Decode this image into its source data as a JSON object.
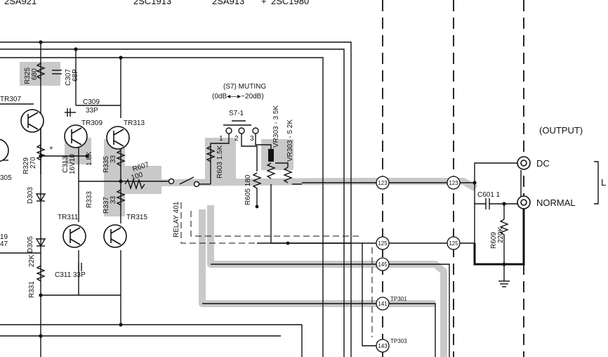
{
  "header": {
    "part_a": "2SA921",
    "part_b": "2SC1913",
    "part_c": "2SA913",
    "part_sep": "+",
    "part_d": "2SC1980"
  },
  "output": {
    "title": "(OUTPUT)",
    "dc": "DC",
    "normal": "NORMAL",
    "channel": "L"
  },
  "muting": {
    "title": "(S7) MUTING",
    "range": "(0dB◂—▸−20dB)",
    "switch": "S7-1",
    "pos1": "1",
    "pos2": "2",
    "pos3": "3"
  },
  "transistors": {
    "tr307": "TR307",
    "tr309": "TR309",
    "tr311": "TR311",
    "tr313": "TR313",
    "tr315": "TR315"
  },
  "components": {
    "r325": "R325",
    "r325_val": "680",
    "c307": "C307",
    "c307_val": "68P",
    "c309": "C309",
    "c309_val": "33P",
    "r329": "R329",
    "r329_val": "270",
    "c313": "C313",
    "c313_val": "16V10",
    "r331": "R331",
    "r331_val": "22K",
    "c311": "C311 33P",
    "d303": "D303",
    "d305": "D305",
    "r333": "R333",
    "r335": "R335",
    "r335_val": "1.8K",
    "r335_val2": "33",
    "r337": "R337",
    "r337_val": "33",
    "r607": "R607",
    "r607_val": "100",
    "relay": "RELAY 401",
    "r603": "R603 1.5K",
    "r605": "R605  180",
    "vr303_3": "VR303 - 3  5K",
    "vr303_5": "VR303 - 5  2K",
    "c601": "C601  1",
    "r609": "R609",
    "r609_val": "220K",
    "plus": "+",
    "frag_305": "305",
    "frag_19": "19",
    "frag_47": "47"
  },
  "nodes": {
    "n123": "123",
    "n125": "125",
    "n145": "145",
    "n141": "141",
    "n143": "143",
    "tp301": "TP301",
    "tp303": "TP303"
  }
}
